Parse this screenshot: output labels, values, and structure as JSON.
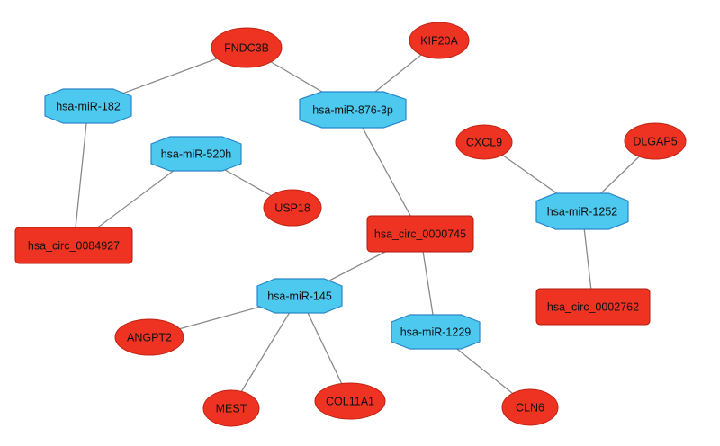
{
  "colors": {
    "mirna_fill": "#4dc8ef",
    "gene_fill": "#ee3322",
    "circrna_fill": "#ee3322",
    "edge": "#8a8a8a"
  },
  "nodes": {
    "FNDC3B": {
      "label": "FNDC3B",
      "type": "gene"
    },
    "KIF20A": {
      "label": "KIF20A",
      "type": "gene"
    },
    "hsa-miR-182": {
      "label": "hsa-miR-182",
      "type": "mirna"
    },
    "hsa-miR-876-3p": {
      "label": "hsa-miR-876-3p",
      "type": "mirna"
    },
    "hsa-miR-520h": {
      "label": "hsa-miR-520h",
      "type": "mirna"
    },
    "USP18": {
      "label": "USP18",
      "type": "gene"
    },
    "hsa_circ_0084927": {
      "label": "hsa_circ_0084927",
      "type": "circrna"
    },
    "hsa_circ_0000745": {
      "label": "hsa_circ_0000745",
      "type": "circrna"
    },
    "CXCL9": {
      "label": "CXCL9",
      "type": "gene"
    },
    "DLGAP5": {
      "label": "DLGAP5",
      "type": "gene"
    },
    "hsa-miR-1252": {
      "label": "hsa-miR-1252",
      "type": "mirna"
    },
    "hsa_circ_0002762": {
      "label": "hsa_circ_0002762",
      "type": "circrna"
    },
    "hsa-miR-145": {
      "label": "hsa-miR-145",
      "type": "mirna"
    },
    "hsa-miR-1229": {
      "label": "hsa-miR-1229",
      "type": "mirna"
    },
    "ANGPT2": {
      "label": "ANGPT2",
      "type": "gene"
    },
    "MEST": {
      "label": "MEST",
      "type": "gene"
    },
    "COL11A1": {
      "label": "COL11A1",
      "type": "gene"
    },
    "CLN6": {
      "label": "CLN6",
      "type": "gene"
    }
  },
  "edges": [
    [
      "FNDC3B",
      "hsa-miR-182"
    ],
    [
      "FNDC3B",
      "hsa-miR-876-3p"
    ],
    [
      "KIF20A",
      "hsa-miR-876-3p"
    ],
    [
      "hsa-miR-182",
      "hsa_circ_0084927"
    ],
    [
      "hsa-miR-520h",
      "hsa_circ_0084927"
    ],
    [
      "hsa-miR-520h",
      "USP18"
    ],
    [
      "hsa-miR-876-3p",
      "hsa_circ_0000745"
    ],
    [
      "hsa_circ_0000745",
      "hsa-miR-145"
    ],
    [
      "hsa_circ_0000745",
      "hsa-miR-1229"
    ],
    [
      "CXCL9",
      "hsa-miR-1252"
    ],
    [
      "DLGAP5",
      "hsa-miR-1252"
    ],
    [
      "hsa-miR-1252",
      "hsa_circ_0002762"
    ],
    [
      "hsa-miR-145",
      "ANGPT2"
    ],
    [
      "hsa-miR-145",
      "MEST"
    ],
    [
      "hsa-miR-145",
      "COL11A1"
    ],
    [
      "hsa-miR-1229",
      "CLN6"
    ]
  ]
}
